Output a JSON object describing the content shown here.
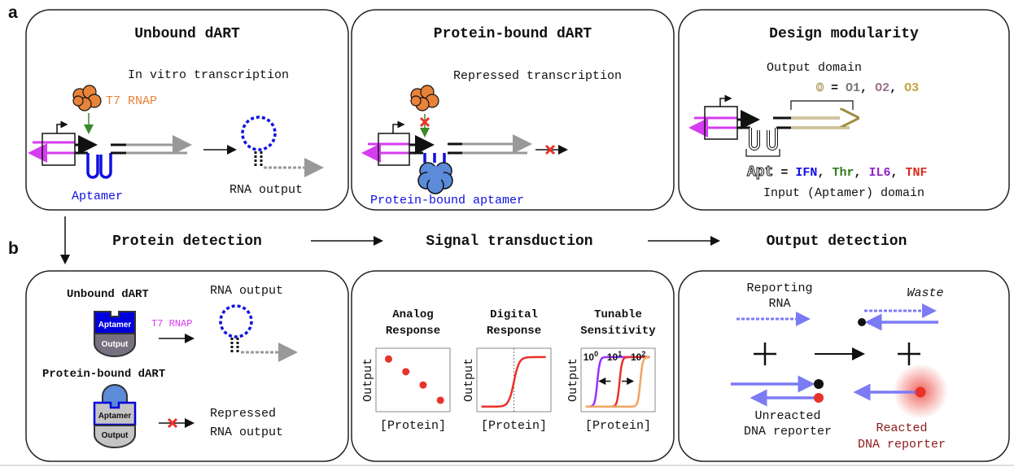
{
  "panel_labels": {
    "a": "a",
    "b": "b"
  },
  "top": {
    "unbound": {
      "title": "Unbound dART",
      "process": "In vitro transcription",
      "polymerase": "T7 RNAP",
      "aptamer": "Aptamer",
      "output": "RNA output"
    },
    "bound": {
      "title": "Protein-bound dART",
      "process": "Repressed transcription",
      "aptamer": "Protein-bound aptamer"
    },
    "modularity": {
      "title": "Design modularity",
      "output_domain": "Output domain",
      "output_symbol": "O",
      "output_eq": " = ",
      "outputs": [
        {
          "label": "O1",
          "color": "#777777"
        },
        {
          "label": "O2",
          "color": "#a07090"
        },
        {
          "label": "O3",
          "color": "#c9a040"
        }
      ],
      "apt_symbol": "Apt",
      "apt_eq": " = ",
      "aptamers": [
        {
          "label": "IFN",
          "color": "#1010e0"
        },
        {
          "label": "Thr",
          "color": "#2e7d1e"
        },
        {
          "label": "IL6",
          "color": "#8e24c8"
        },
        {
          "label": "TNF",
          "color": "#d42a1e"
        }
      ],
      "input_domain": "Input (Aptamer) domain"
    }
  },
  "flow": {
    "step1": "Protein detection",
    "step2": "Signal transduction",
    "step3": "Output detection"
  },
  "bottom": {
    "detection": {
      "unbound_title": "Unbound dART",
      "bound_title": "Protein-bound dART",
      "block_aptamer": "Aptamer",
      "block_output": "Output",
      "polymerase": "T7 RNAP",
      "rna_output": "RNA output",
      "repressed_line1": "Repressed",
      "repressed_line2": "RNA output"
    },
    "output": {
      "reporting_line1": "Reporting",
      "reporting_line2": "RNA",
      "waste": "Waste",
      "unreacted_line1": "Unreacted",
      "unreacted_line2": "DNA reporter",
      "reacted_line1": "Reacted",
      "reacted_line2": "DNA reporter"
    }
  },
  "colors": {
    "t7": "#e8833a",
    "aptamer": "#1010e0",
    "magenta": "#d63cf0",
    "protein": "#5b8bd9",
    "reporter": "#7b7bf5",
    "red": "#e8322a",
    "reacted_text": "#8b1a1a"
  },
  "chart_data": [
    {
      "type": "scatter",
      "title_line1": "Analog",
      "title_line2": "Response",
      "xlabel": "[Protein]",
      "ylabel": "Output",
      "x": [
        1,
        2,
        3,
        4
      ],
      "y": [
        0.83,
        0.63,
        0.42,
        0.18
      ],
      "color": "#e8322a"
    },
    {
      "type": "line",
      "title_line1": "Digital",
      "title_line2": "Response",
      "xlabel": "[Protein]",
      "ylabel": "Output",
      "color": "#e8322a"
    },
    {
      "type": "line",
      "title_line1": "Tunable",
      "title_line2": "Sensitivity",
      "xlabel": "[Protein]",
      "ylabel": "Output",
      "series": [
        {
          "base": "10",
          "exp": "0",
          "color": "#9b30ff"
        },
        {
          "base": "10",
          "exp": "1",
          "color": "#e8322a"
        },
        {
          "base": "10",
          "exp": "2",
          "color": "#f4a460"
        }
      ]
    }
  ]
}
